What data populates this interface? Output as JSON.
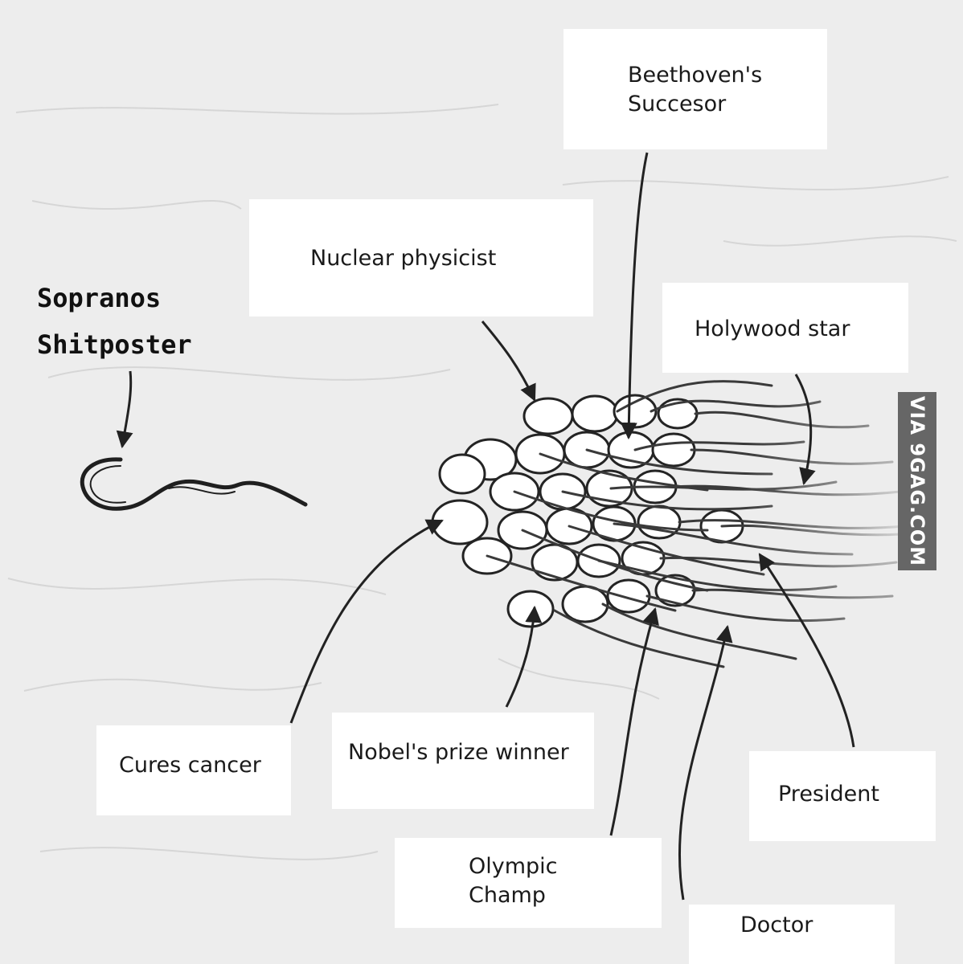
{
  "labels": {
    "beethoven": [
      "Beethoven's",
      "Succesor"
    ],
    "nuclear": "Nuclear physicist",
    "holywood": "Holywood star",
    "sopranos": [
      "Sopranos",
      "Shitposter"
    ],
    "cures": "Cures cancer",
    "nobel": "Nobel's prize winner",
    "president": "President",
    "olympic": [
      "Olympic",
      "Champ"
    ],
    "doctor": "Doctor"
  },
  "watermark": "VIA 9GAG.COM",
  "colors": {
    "background": "#ededed",
    "ink": "#222222",
    "box": "#ffffff",
    "watermark_bg": "#666666"
  }
}
